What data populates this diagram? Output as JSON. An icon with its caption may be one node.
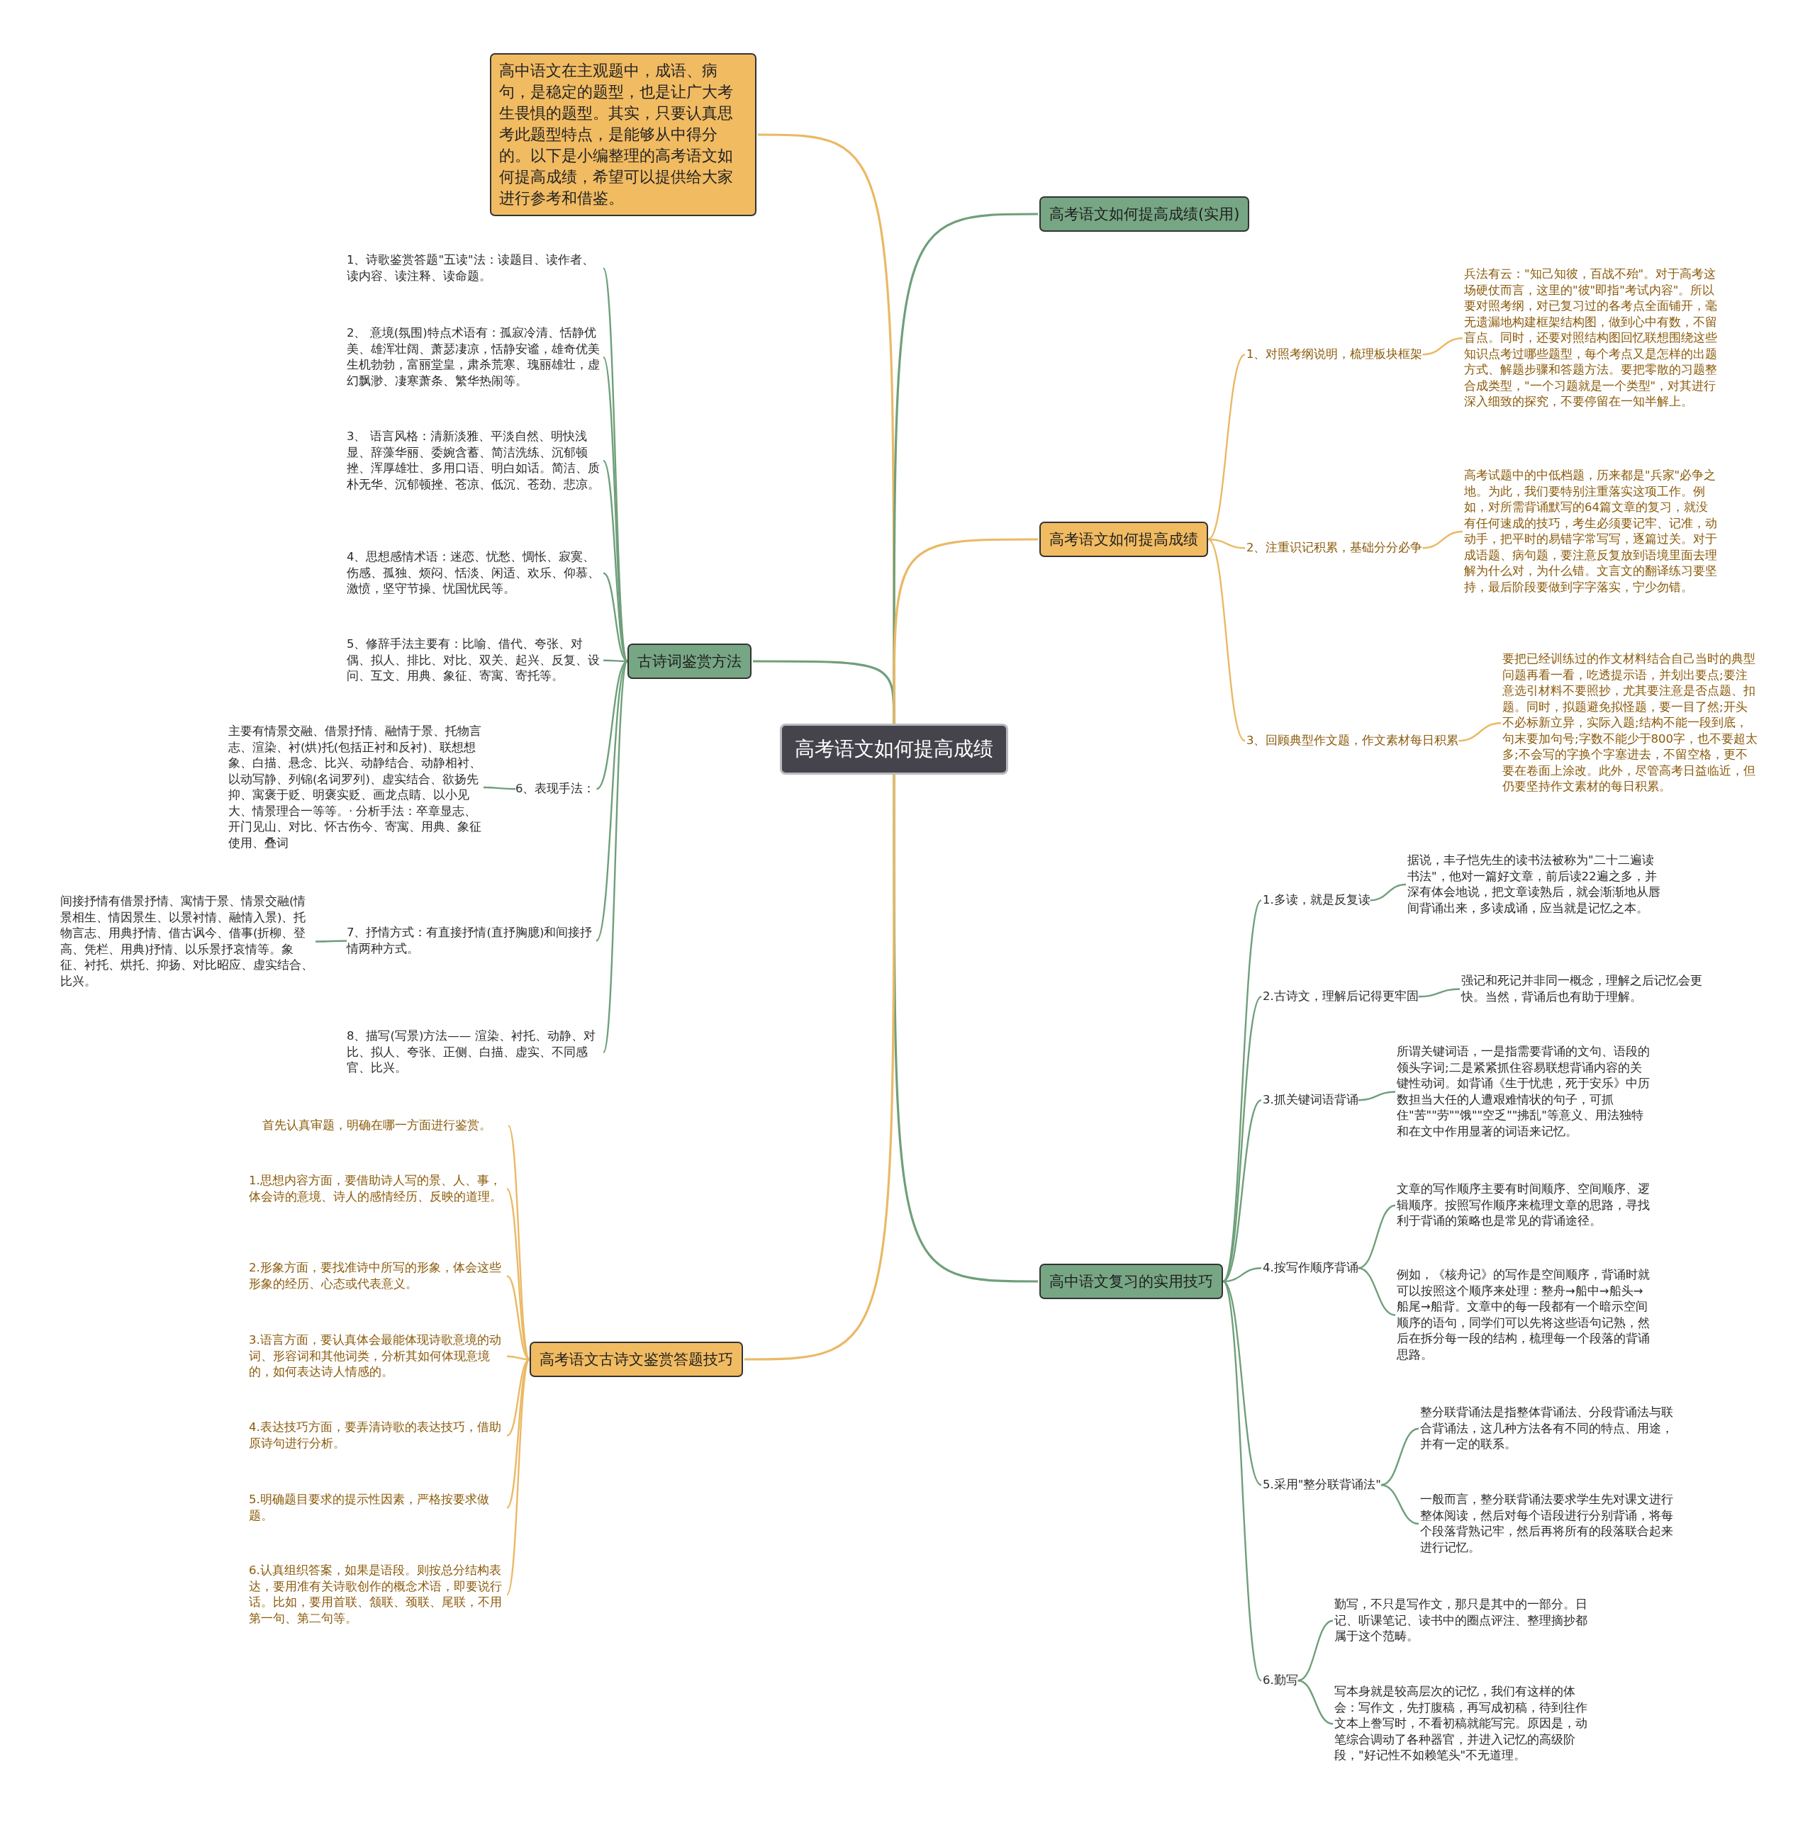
{
  "diagram": {
    "nodes": [
      {
        "text": [
          "高考语文如何提高成绩"
        ]
      },
      {
        "text": [
          "高中语文在主观题中，成语、病句，是稳定的题型，也是让广大考生畏惧的题型。其实，只要认真思考此题型特点，是能够从中得分的。以下是小编整理的高考语文如何提高成绩，希望可以提供给大家进行参考和借鉴。"
        ]
      },
      {
        "text": [
          "高考语文如何提高成绩(实用)"
        ]
      },
      {
        "text": [
          "古诗词鉴赏方法"
        ]
      },
      {
        "text": [
          "高考语文如何提高成绩"
        ]
      },
      {
        "text": [
          "高中语文复习的实用技巧"
        ]
      },
      {
        "text": [
          "高考语文古诗文鉴赏答题技巧"
        ]
      },
      {
        "text": [
          "1、诗歌鉴赏答题\"五读\"法：读题目、读作者、读内容、读注释、读命题。"
        ]
      },
      {
        "text": [
          "2、 意境(氛围)特点术语有：孤寂冷清、恬静优美、雄浑壮阔、萧瑟凄凉，恬静安谧，雄奇优美生机勃勃，富丽堂皇，肃杀荒寒、瑰丽雄壮，虚幻飘渺、凄寒萧条、繁华热闹等。"
        ]
      },
      {
        "text": [
          "3、 语言风格：清新淡雅、平淡自然、明快浅显、辞藻华丽、委婉含蓄、简洁洗练、沉郁顿挫、浑厚雄壮、多用口语、明白如话。简洁、质朴无华、沉郁顿挫、苍凉、低沉、苍劲、悲凉。"
        ]
      },
      {
        "text": [
          "4、思想感情术语：迷恋、忧愁、惆怅、寂寞、伤感、孤独、烦闷、恬淡、闲适、欢乐、仰慕、激愤，坚守节操、忧国忧民等。"
        ]
      },
      {
        "text": [
          "5、修辞手法主要有：比喻、借代、夸张、对偶、拟人、排比、对比、双关、起兴、反复、设问、互文、用典、象征、寄寓、寄托等。"
        ]
      },
      {
        "text": [
          "6、表现手法："
        ]
      },
      {
        "text": [
          "主要有情景交融、借景抒情、融情于景、托物言志、渲染、衬(烘)托(包括正衬和反衬)、联想想象、白描、悬念、比兴、动静结合、动静相衬、以动写静、列锦(名词罗列)、虚实结合、欲扬先抑、寓褒于贬、明褒实贬、画龙点睛、以小见大、情景理合一等等。· 分析手法：卒章显志、开门见山、对比、怀古伤今、寄寓、用典、象征使用、叠词"
        ]
      },
      {
        "text": [
          "7、抒情方式：有直接抒情(直抒胸臆)和间接抒情两种方式。"
        ]
      },
      {
        "text": [
          "间接抒情有借景抒情、寓情于景、情景交融(情景相生、情因景生、以景衬情、融情入景)、托物言志、用典抒情、借古讽今、借事(折柳、登高、凭栏、用典)抒情、以乐景抒哀情等。象征、衬托、烘托、抑扬、对比昭应、虚实结合、比兴。"
        ]
      },
      {
        "text": [
          "8、描写(写景)方法—— 渲染、衬托、动静、对比、拟人、夸张、正侧、白描、虚实、不同感官、比兴。"
        ]
      },
      {
        "text": [
          "首先认真审题，明确在哪一方面进行鉴赏。"
        ]
      },
      {
        "text": [
          "1.思想内容方面，要借助诗人写的景、人、事，体会诗的意境、诗人的感情经历、反映的道理。"
        ]
      },
      {
        "text": [
          "2.形象方面，要找准诗中所写的形象，体会这些形象的经历、心态或代表意义。"
        ]
      },
      {
        "text": [
          "3.语言方面，要认真体会最能体现诗歌意境的动词、形容词和其他词类，分析其如何体现意境的，如何表达诗人情感的。"
        ]
      },
      {
        "text": [
          "4.表达技巧方面，要弄清诗歌的表达技巧，借助原诗句进行分析。"
        ]
      },
      {
        "text": [
          "5.明确题目要求的提示性因素，严格按要求做题。"
        ]
      },
      {
        "text": [
          "6.认真组织答案，如果是语段。则按总分结构表达，要用准有关诗歌创作的概念术语，即要说行话。比如，要用首联、颔联、颈联、尾联，不用第一句、第二句等。"
        ]
      },
      {
        "text": [
          "1、对照考纲说明，梳理板块框架"
        ]
      },
      {
        "text": [
          "兵法有云：\"知己知彼，百战不殆\"。对于高考这场硬仗而言，这里的\"彼\"即指\"考试内容\"。所以要对照考纲，对已复习过的各考点全面铺开，毫无遗漏地构建框架结构图，做到心中有数，不留盲点。同时，还要对照结构图回忆联想围绕这些知识点考过哪些题型，每个考点又是怎样的出题方式、解题步骤和答题方法。要把零散的习题整合成类型，\"一个习题就是一个类型\"，对其进行深入细致的探究，不要停留在一知半解上。"
        ]
      },
      {
        "text": [
          "2、注重识记积累，基础分分必争"
        ]
      },
      {
        "text": [
          "高考试题中的中低档题，历来都是\"兵家\"必争之地。为此，我们要特别注重落实这项工作。例如，对所需背诵默写的64篇文章的复习，就没有任何速成的技巧，考生必须要记牢、记准，动动手，把平时的易错字常写写，逐篇过关。对于成语题、病句题，要注意反复放到语境里面去理解为什么对，为什么错。文言文的翻译练习要坚持，最后阶段要做到字字落实，宁少勿错。"
        ]
      },
      {
        "text": [
          "3、回顾典型作文题，作文素材每日积累"
        ]
      },
      {
        "text": [
          "要把已经训练过的作文材料结合自己当时的典型问题再看一看，吃透提示语，并划出要点;要注意选引材料不要照抄，尤其要注意是否点题、扣题。同时，拟题避免拟怪题，要一目了然;开头不必标新立异，实际入题;结构不能一段到底，句末要加句号;字数不能少于800字，也不要超太多;不会写的字换个字塞进去，不留空格，更不要在卷面上涂改。此外，尽管高考日益临近，但仍要坚持作文素材的每日积累。"
        ]
      },
      {
        "text": [
          "1.多读，就是反复读"
        ]
      },
      {
        "text": [
          "据说，丰子恺先生的读书法被称为\"二十二遍读书法\"，他对一篇好文章，前后读22遍之多，并深有体会地说，把文章读熟后，就会渐渐地从唇间背诵出来，多读成诵，应当就是记忆之本。"
        ]
      },
      {
        "text": [
          "2.古诗文，理解后记得更牢固"
        ]
      },
      {
        "text": [
          "强记和死记并非同一概念，理解之后记忆会更快。当然，背诵后也有助于理解。"
        ]
      },
      {
        "text": [
          "3.抓关键词语背诵"
        ]
      },
      {
        "text": [
          "所谓关键词语，一是指需要背诵的文句、语段的领头字词;二是紧紧抓住容易联想背诵内容的关键性动词。如背诵《生于忧患，死于安乐》中历数担当大任的人遭艰难情状的句子，可抓住\"苦\"\"劳\"\"饿\"\"空乏\"\"拂乱\"等意义、用法独特和在文中作用显著的词语来记忆。"
        ]
      },
      {
        "text": [
          "4.按写作顺序背诵"
        ]
      },
      {
        "text": [
          "文章的写作顺序主要有时间顺序、空间顺序、逻辑顺序。按照写作顺序来梳理文章的思路，寻找利于背诵的策略也是常见的背诵途径。"
        ]
      },
      {
        "text": [
          "例如，《核舟记》的写作是空间顺序，背诵时就可以按照这个顺序来处理：整舟→船中→船头→船尾→船背。文章中的每一段都有一个暗示空间顺序的语句，同学们可以先将这些语句记熟，然后在拆分每一段的结构，梳理每一个段落的背诵思路。"
        ]
      },
      {
        "text": [
          "5.采用\"整分联背诵法\""
        ]
      },
      {
        "text": [
          "整分联背诵法是指整体背诵法、分段背诵法与联合背诵法，这几种方法各有不同的特点、用途，并有一定的联系。"
        ]
      },
      {
        "text": [
          "一般而言，整分联背诵法要求学生先对课文进行整体阅读，然后对每个语段进行分别背诵，将每个段落背熟记牢，然后再将所有的段落联合起来进行记忆。"
        ]
      },
      {
        "text": [
          "6.勤写"
        ]
      },
      {
        "text": [
          "勤写，不只是写作文，那只是其中的一部分。日记、听课笔记、读书中的圈点评注、整理摘抄都属于这个范畴。"
        ]
      },
      {
        "text": [
          "写本身就是较高层次的记忆，我们有这样的体会：写作文，先打腹稿，再写成初稿，待到往作文本上誊写时，不看初稿就能写完。原因是，动笔综合调动了各种器官，并进入记忆的高级阶段，\"好记性不如赖笔头\"不无道理。"
        ]
      }
    ],
    "edges": [
      {
        "from": 0,
        "to": 1,
        "arrow": "none",
        "color": "#eab965"
      },
      {
        "from": 0,
        "to": 2,
        "arrow": "none"
      },
      {
        "from": 0,
        "to": 3,
        "arrow": "none"
      },
      {
        "from": 0,
        "to": 4,
        "arrow": "none",
        "color": "#eab965"
      },
      {
        "from": 0,
        "to": 5,
        "arrow": "none"
      },
      {
        "from": 0,
        "to": 6,
        "arrow": "none",
        "color": "#eab965"
      },
      {
        "from": 3,
        "to": 7,
        "arrow": "none"
      },
      {
        "from": 3,
        "to": 8,
        "arrow": "none"
      },
      {
        "from": 3,
        "to": 9,
        "arrow": "none"
      },
      {
        "from": 3,
        "to": 10,
        "arrow": "none"
      },
      {
        "from": 3,
        "to": 11,
        "arrow": "none"
      },
      {
        "from": 3,
        "to": 12,
        "arrow": "none"
      },
      {
        "from": 12,
        "to": 13,
        "arrow": "none"
      },
      {
        "from": 3,
        "to": 14,
        "arrow": "none"
      },
      {
        "from": 14,
        "to": 15,
        "arrow": "none"
      },
      {
        "from": 3,
        "to": 16,
        "arrow": "none"
      },
      {
        "from": 6,
        "to": 17,
        "arrow": "none",
        "color": "#eab965"
      },
      {
        "from": 6,
        "to": 18,
        "arrow": "none",
        "color": "#eab965"
      },
      {
        "from": 6,
        "to": 19,
        "arrow": "none",
        "color": "#eab965"
      },
      {
        "from": 6,
        "to": 20,
        "arrow": "none",
        "color": "#eab965"
      },
      {
        "from": 6,
        "to": 21,
        "arrow": "none",
        "color": "#eab965"
      },
      {
        "from": 6,
        "to": 22,
        "arrow": "none",
        "color": "#eab965"
      },
      {
        "from": 6,
        "to": 23,
        "arrow": "none",
        "color": "#eab965"
      },
      {
        "from": 4,
        "to": 24,
        "arrow": "none",
        "color": "#eab965"
      },
      {
        "from": 24,
        "to": 25,
        "arrow": "none",
        "color": "#eab965"
      },
      {
        "from": 4,
        "to": 26,
        "arrow": "none",
        "color": "#eab965"
      },
      {
        "from": 26,
        "to": 27,
        "arrow": "none",
        "color": "#eab965"
      },
      {
        "from": 4,
        "to": 28,
        "arrow": "none",
        "color": "#eab965"
      },
      {
        "from": 28,
        "to": 29,
        "arrow": "none",
        "color": "#eab965"
      },
      {
        "from": 5,
        "to": 30,
        "arrow": "none"
      },
      {
        "from": 30,
        "to": 31,
        "arrow": "none"
      },
      {
        "from": 5,
        "to": 32,
        "arrow": "none"
      },
      {
        "from": 32,
        "to": 33,
        "arrow": "none"
      },
      {
        "from": 5,
        "to": 34,
        "arrow": "none"
      },
      {
        "from": 34,
        "to": 35,
        "arrow": "none"
      },
      {
        "from": 5,
        "to": 36,
        "arrow": "none"
      },
      {
        "from": 36,
        "to": 37,
        "arrow": "none"
      },
      {
        "from": 36,
        "to": 38,
        "arrow": "none"
      },
      {
        "from": 5,
        "to": 39,
        "arrow": "none"
      },
      {
        "from": 39,
        "to": 40,
        "arrow": "none"
      },
      {
        "from": 39,
        "to": 41,
        "arrow": "none"
      },
      {
        "from": 5,
        "to": 42,
        "arrow": "none"
      },
      {
        "from": 42,
        "to": 43,
        "arrow": "none"
      },
      {
        "from": 42,
        "to": 44,
        "arrow": "none"
      }
    ]
  }
}
